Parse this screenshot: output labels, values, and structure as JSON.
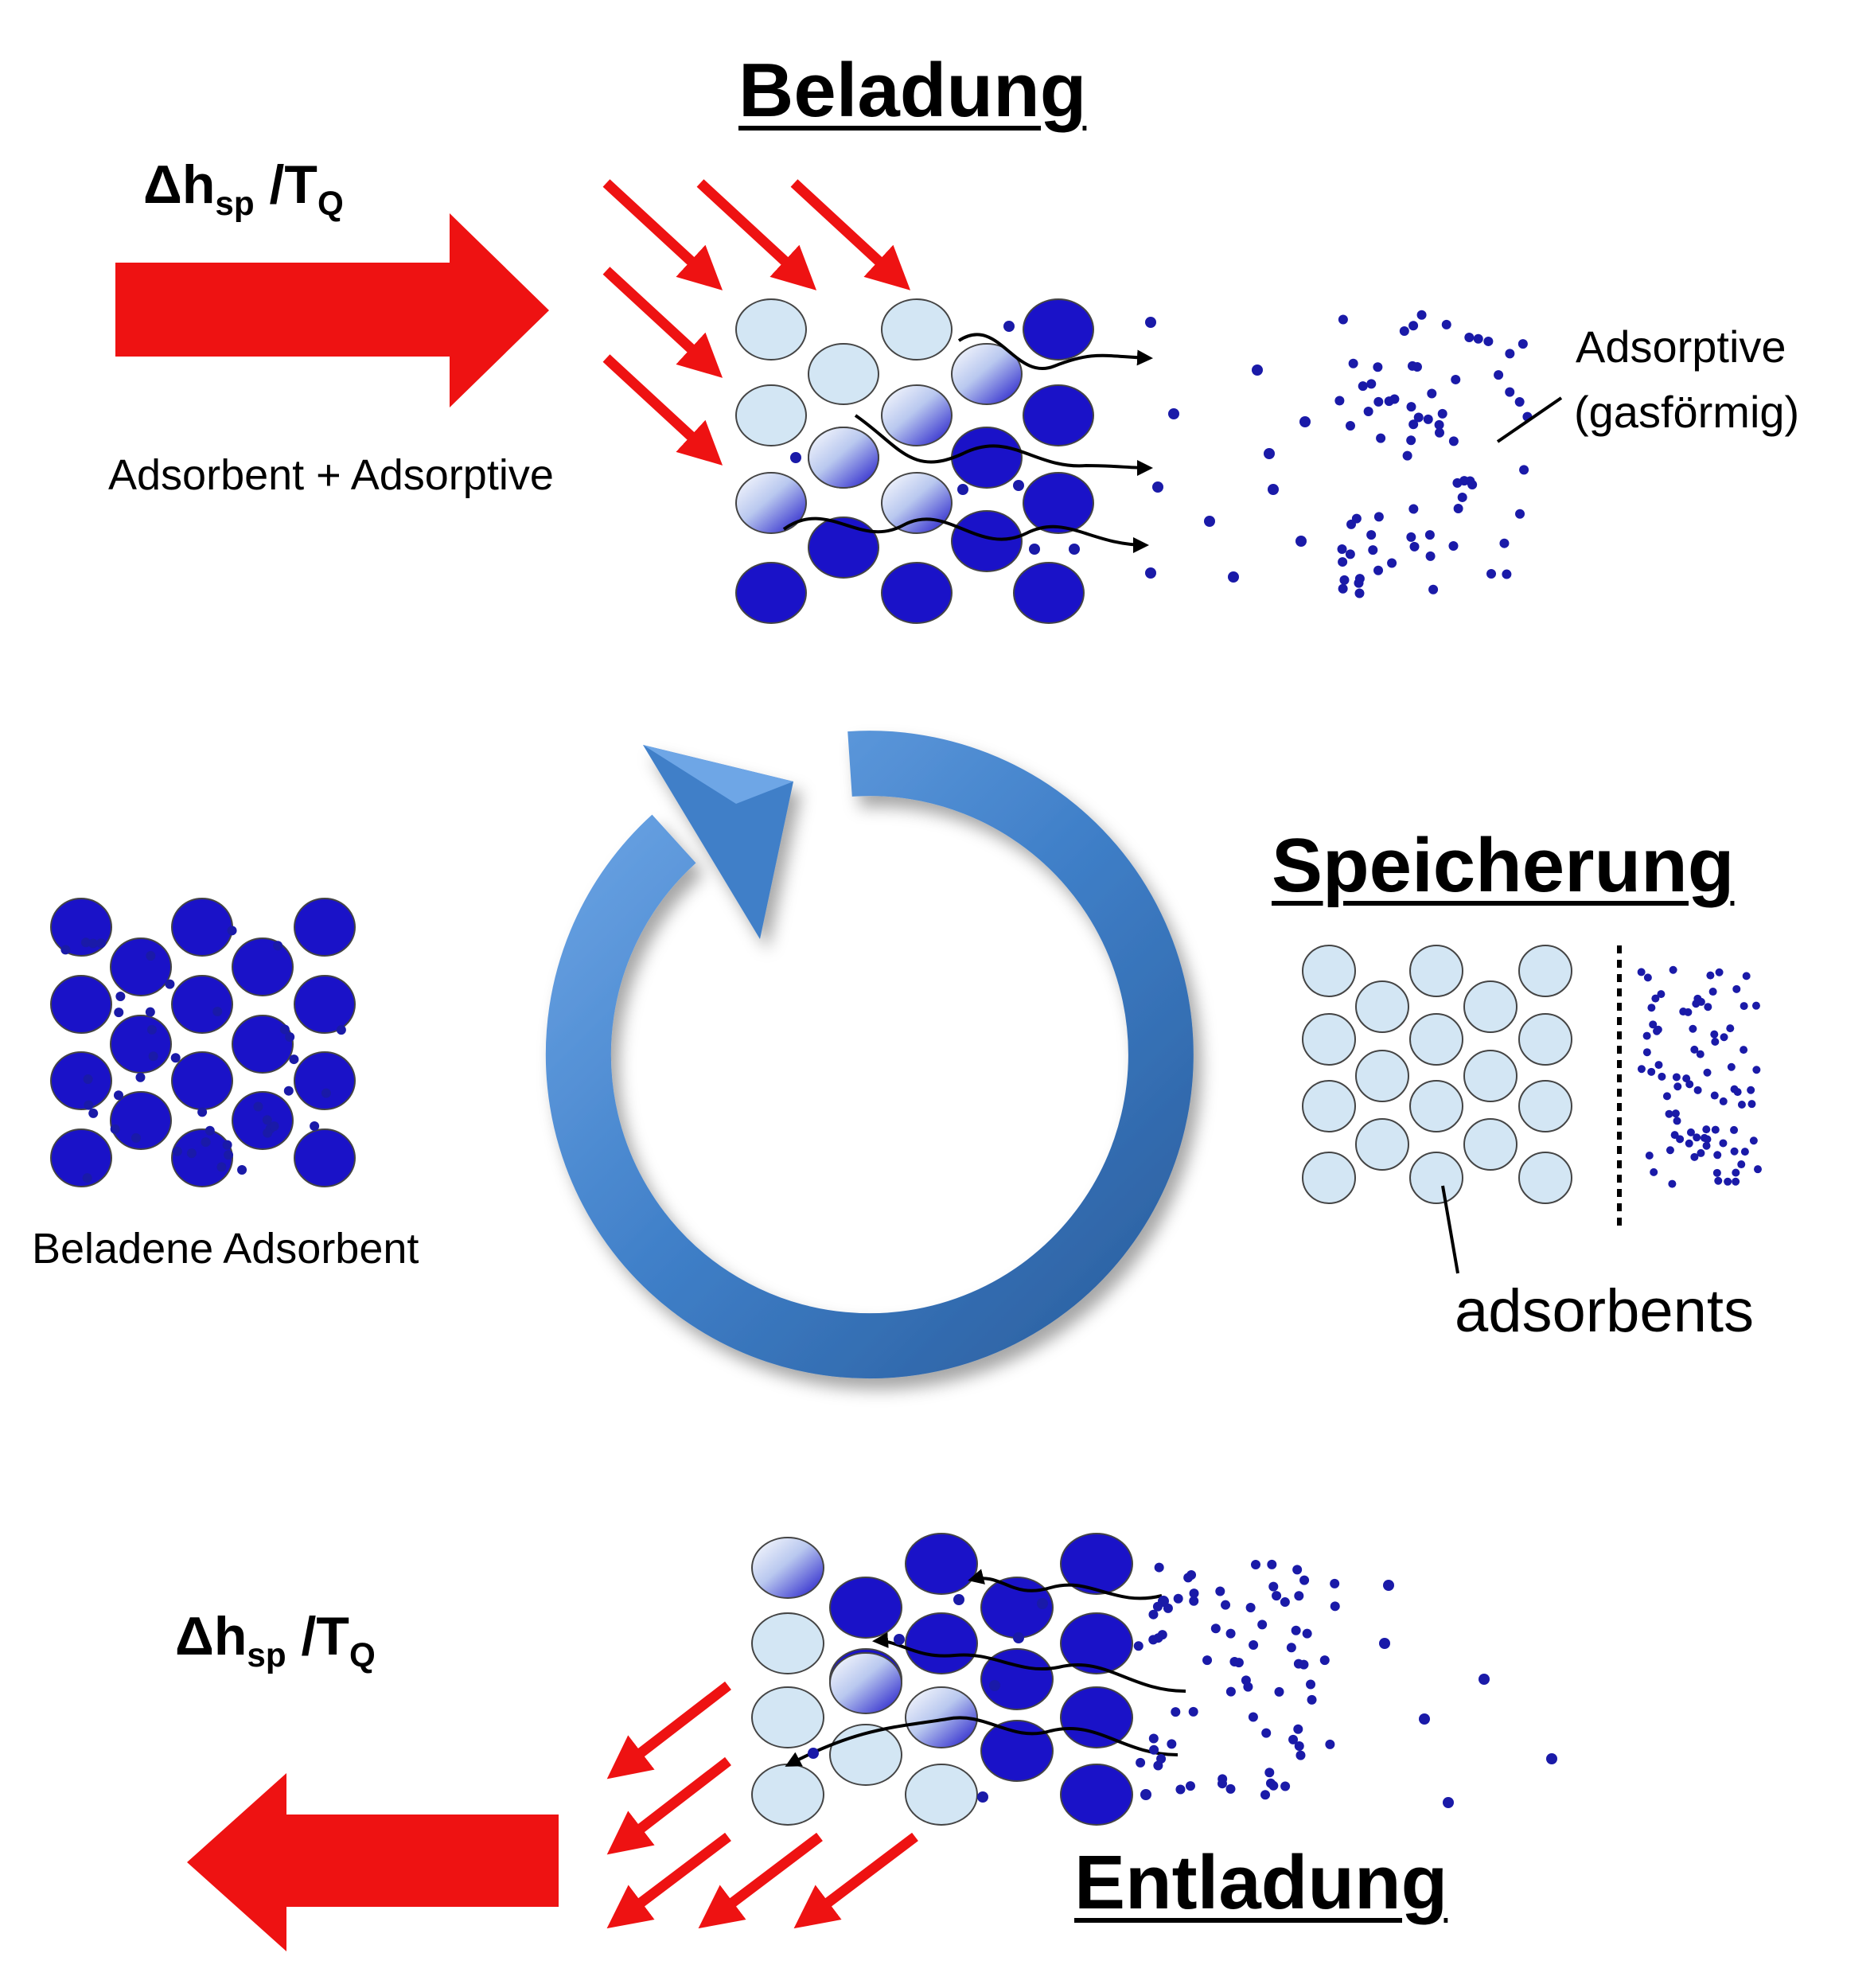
{
  "colors": {
    "adsorbent_empty": "#d3e6f4",
    "adsorbed_blue": "#1a12c8",
    "gas_dot": "#1a1aa8",
    "heat_red": "#ee1212",
    "cycle_blue": "#3f7fc8"
  },
  "loading": {
    "title": "Beladung",
    "heat_symbol": "Δh",
    "heat_sub1": "sp",
    "heat_mid": " /T",
    "heat_sub2": "Q",
    "caption": "Adsorbent + Adsorptive",
    "gas_label_line1": "Adsorptive",
    "gas_label_line2": "(gasförmig)"
  },
  "storage": {
    "title": "Speicherung",
    "caption": "adsorbents"
  },
  "loaded": {
    "caption": "Beladene Adsorbent"
  },
  "unloading": {
    "title": "Entladung",
    "heat_symbol": "Δh",
    "heat_sub1": "sp",
    "heat_mid": " /T",
    "heat_sub2": "Q"
  },
  "icons": {
    "cycle": "circular-arrow-icon",
    "heat_in": "thick-right-arrow-icon",
    "heat_out": "thick-left-arrow-icon"
  }
}
